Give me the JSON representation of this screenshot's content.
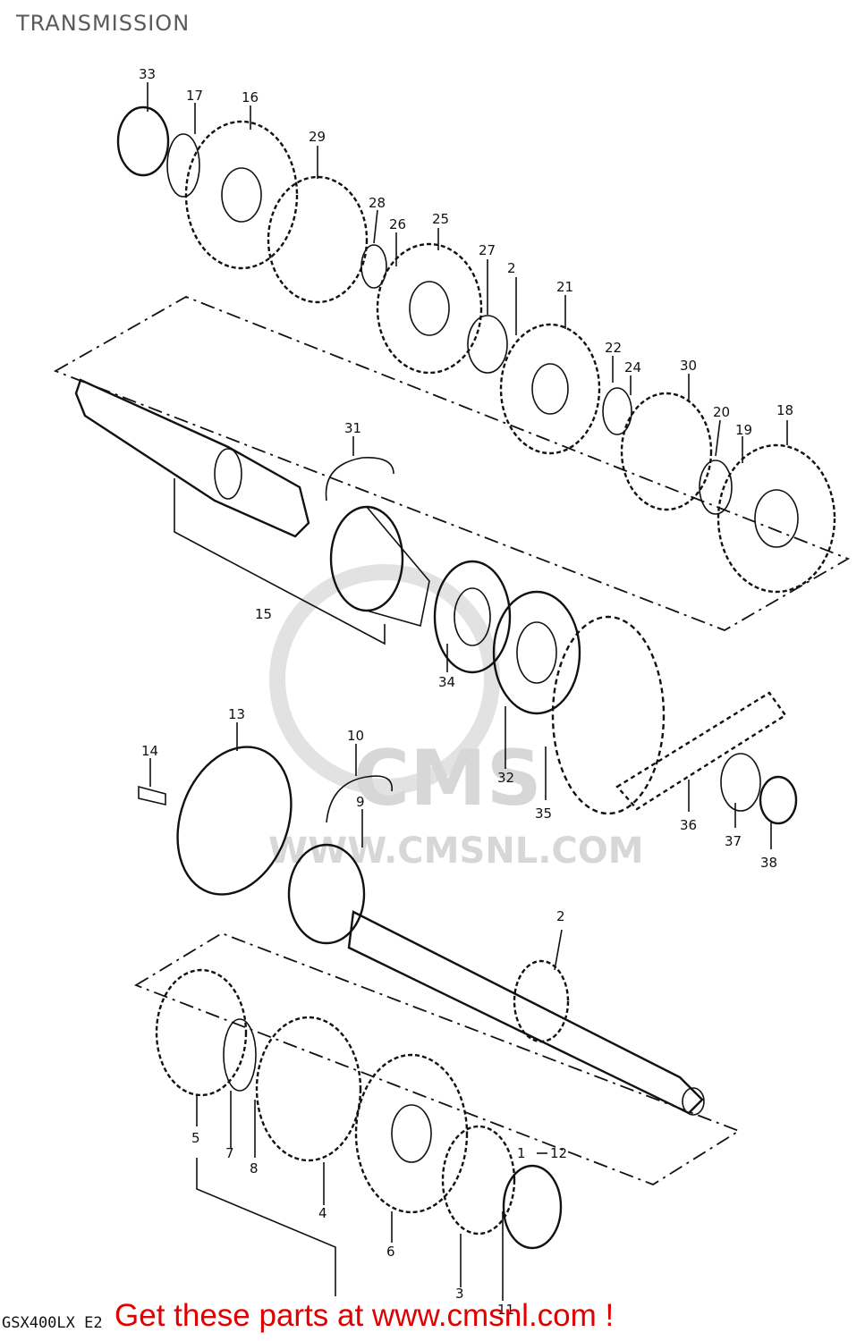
{
  "title": "TRANSMISSION",
  "watermark": {
    "brand": "CMS",
    "url": "WWW.CMSNL.COM"
  },
  "part_labels": [
    "33",
    "17",
    "16",
    "29",
    "28",
    "26",
    "25",
    "27",
    "2",
    "21",
    "22",
    "24",
    "30",
    "20",
    "19",
    "18",
    "31",
    "15",
    "34",
    "32",
    "35",
    "36",
    "37",
    "38",
    "13",
    "14",
    "10",
    "9",
    "2",
    "5",
    "7",
    "8",
    "4",
    "6",
    "3",
    "1",
    "12",
    "11"
  ],
  "footer": {
    "model_code": "GSX400LX E2",
    "cta": "Get these parts at www.cmsnl.com !"
  },
  "colors": {
    "ink": "#111111",
    "cta": "#e00000",
    "watermark": "#d7d7d7"
  }
}
